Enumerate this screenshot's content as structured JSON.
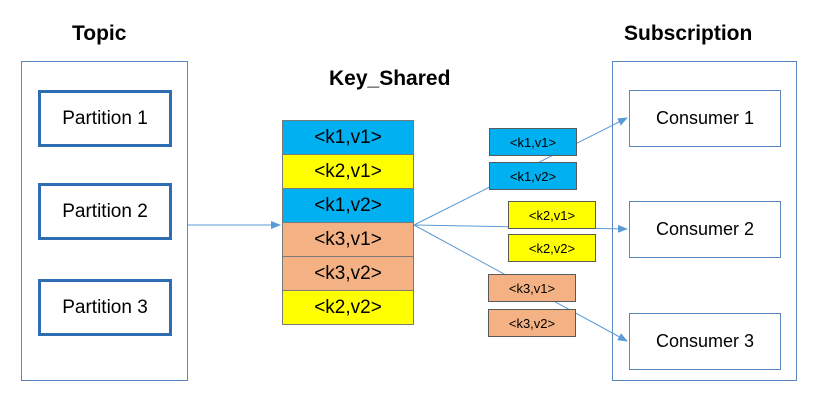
{
  "topic": {
    "heading": "Topic",
    "partitions": [
      "Partition 1",
      "Partition 2",
      "Partition 3"
    ]
  },
  "subscription": {
    "heading": "Subscription",
    "mode": "Key_Shared",
    "consumers": [
      "Consumer 1",
      "Consumer 2",
      "Consumer 3"
    ]
  },
  "queue": [
    {
      "label": "<k1,v1>",
      "color": "#00b0f0"
    },
    {
      "label": "<k2,v1>",
      "color": "#ffff00"
    },
    {
      "label": "<k1,v2>",
      "color": "#00b0f0"
    },
    {
      "label": "<k3,v1>",
      "color": "#f4b183"
    },
    {
      "label": "<k3,v2>",
      "color": "#f4b183"
    },
    {
      "label": "<k2,v2>",
      "color": "#ffff00"
    }
  ],
  "dispatched": {
    "consumer1": [
      "<k1,v1>",
      "<k1,v2>"
    ],
    "consumer2": [
      "<k2,v1>",
      "<k2,v2>"
    ],
    "consumer3": [
      "<k3,v1>",
      "<k3,v2>"
    ]
  },
  "colors": {
    "k1": "#00b0f0",
    "k2": "#ffff00",
    "k3": "#f4b183",
    "arrow": "#5b9bd5",
    "frame": "#5b87c1",
    "partition_border": "#2e6db4"
  }
}
